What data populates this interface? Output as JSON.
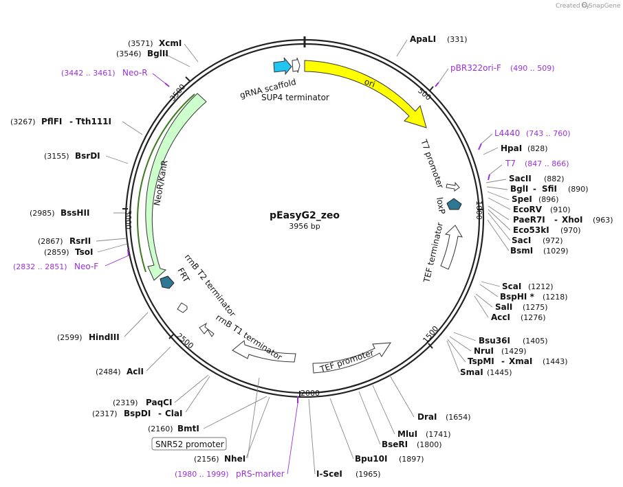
{
  "credit": {
    "created_by": "Created by",
    "brand": "SnapGene"
  },
  "plasmid": {
    "name": "pEasyG2_zeo",
    "length_label": "3956 bp"
  },
  "ticks": [
    "500",
    "1000",
    "1500",
    "2000",
    "2500",
    "3000",
    "3500"
  ],
  "sites": [
    {
      "name": "ApaLI",
      "pos": "(331)"
    },
    {
      "name": "HpaI",
      "pos": "(828)"
    },
    {
      "name": "SacII",
      "pos": "(882)"
    },
    {
      "name": "BglI",
      "name2": "SfiI",
      "pos": "(890)"
    },
    {
      "name": "SpeI",
      "pos": "(896)"
    },
    {
      "name": "EcoRV",
      "pos": "(910)"
    },
    {
      "name": "PaeR7I",
      "name2": "XhoI",
      "pos": "(963)"
    },
    {
      "name": "Eco53kI",
      "pos": "(970)"
    },
    {
      "name": "SacI",
      "pos": "(972)"
    },
    {
      "name": "BsmI",
      "pos": "(1029)"
    },
    {
      "name": "ScaI",
      "pos": "(1212)"
    },
    {
      "name": "BspHI *",
      "pos": "(1218)"
    },
    {
      "name": "SalI",
      "pos": "(1275)"
    },
    {
      "name": "AccI",
      "pos": "(1276)"
    },
    {
      "name": "Bsu36I",
      "pos": "(1405)"
    },
    {
      "name": "NruI",
      "pos": "(1429)"
    },
    {
      "name": "TspMI",
      "name2": "XmaI",
      "pos": "(1443)"
    },
    {
      "name": "SmaI",
      "pos": "(1445)"
    },
    {
      "name": "DraI",
      "pos": "(1654)"
    },
    {
      "name": "MluI",
      "pos": "(1741)"
    },
    {
      "name": "BseRI",
      "pos": "(1800)"
    },
    {
      "name": "Bpu10I",
      "pos": "(1897)"
    },
    {
      "name": "I-SceI",
      "pos": "(1965)"
    },
    {
      "name": "NheI",
      "pos": "(2156)"
    },
    {
      "name": "BmtI",
      "pos": "(2160)"
    },
    {
      "name": "BspDI",
      "name2": "ClaI",
      "pos": "(2317)"
    },
    {
      "name": "PaqCI",
      "pos": "(2319)"
    },
    {
      "name": "AclI",
      "pos": "(2484)"
    },
    {
      "name": "HindIII",
      "pos": "(2599)"
    },
    {
      "name": "TsoI",
      "pos": "(2859)"
    },
    {
      "name": "RsrII",
      "pos": "(2867)"
    },
    {
      "name": "BssHII",
      "pos": "(2985)"
    },
    {
      "name": "BsrDI",
      "pos": "(3155)"
    },
    {
      "name": "PflFI",
      "name2": "Tth111I",
      "pos": "(3267)"
    },
    {
      "name": "BglII",
      "pos": "(3546)"
    },
    {
      "name": "XcmI",
      "pos": "(3571)"
    }
  ],
  "primers": [
    {
      "name": "pBR322ori-F",
      "range": "(490 .. 509)"
    },
    {
      "name": "L4440",
      "range": "(743 .. 760)"
    },
    {
      "name": "T7",
      "range": "(847 .. 866)"
    },
    {
      "name": "pRS-marker",
      "range": "(1980 .. 1999)"
    },
    {
      "name": "Neo-F",
      "range": "(2832 .. 2851)"
    },
    {
      "name": "Neo-R",
      "range": "(3442 .. 3461)"
    }
  ],
  "features": {
    "ori": "ori",
    "gRNA_scaffold": "gRNA scaffold",
    "SUP4_terminator": "SUP4 terminator",
    "T7_promoter": "T7 promoter",
    "loxP": "loxP",
    "TEF_terminator": "TEF terminator",
    "TEF_promoter": "TEF promoter",
    "SNR52_promoter": "SNR52 promoter",
    "rrnB_T1_terminator": "rrnB T1 terminator",
    "rrnB_T2_terminator": "rrnB T2 terminator",
    "FRT": "FRT",
    "NeoR_KanR": "NeoR/KanR"
  },
  "colors": {
    "ori": "#ffff00",
    "neor": "#ccffcc",
    "arrow_blue": "#22c4f0",
    "lox_teal": "#2f7893",
    "primer": "#9b30d9"
  }
}
